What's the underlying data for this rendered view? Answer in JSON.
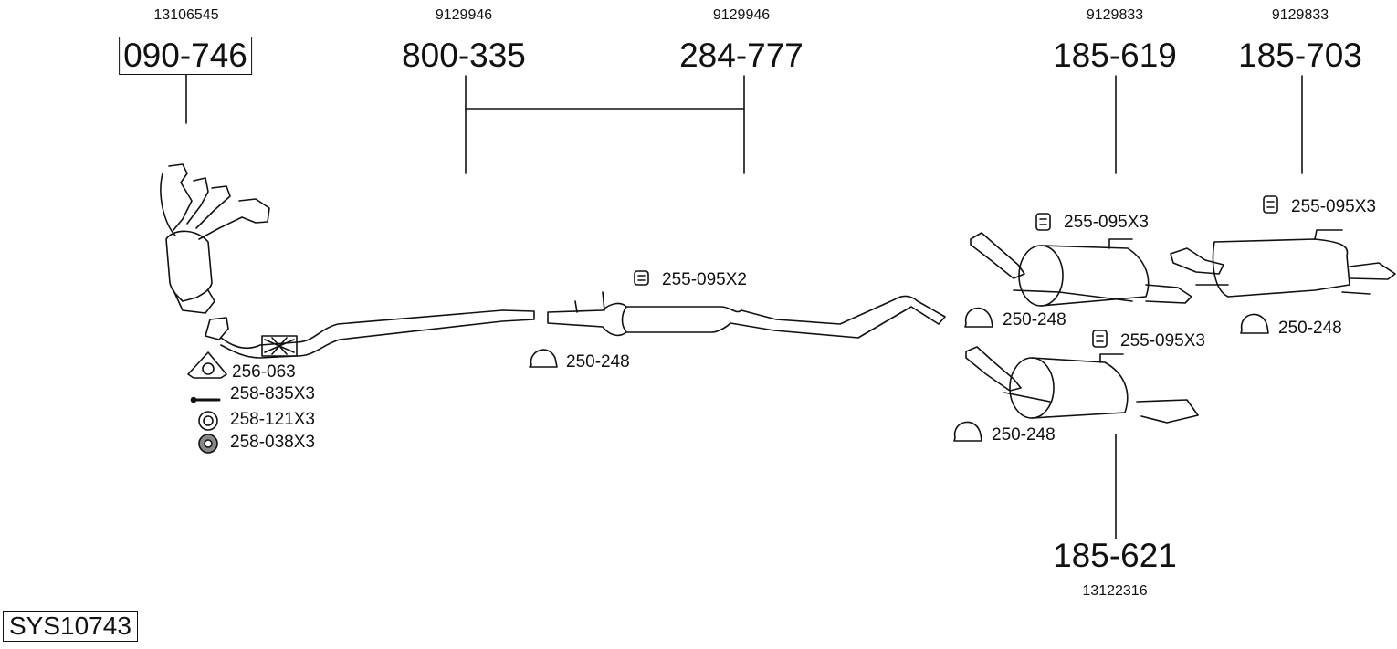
{
  "system_id": "SYS10743",
  "parts": [
    {
      "part_number": "090-746",
      "oe_number": "13106545",
      "name": "manifold-catalyst"
    },
    {
      "part_number": "800-335",
      "oe_number": "9129946",
      "name": "front-pipe"
    },
    {
      "part_number": "284-777",
      "oe_number": "9129946",
      "name": "middle-silencer"
    },
    {
      "part_number": "185-619",
      "oe_number": "9129833",
      "name": "rear-silencer-a"
    },
    {
      "part_number": "185-703",
      "oe_number": "9129833",
      "name": "rear-silencer-b"
    },
    {
      "part_number": "185-621",
      "oe_number": "13122316",
      "name": "rear-silencer-c"
    }
  ],
  "accessories": {
    "gasket": "256-063",
    "bolt": "258-835X3",
    "spring": "258-121X3",
    "nut": "258-038X3",
    "mount_middle": "255-095X2",
    "clamp_middle": "250-248",
    "mount_rear_a": "255-095X3",
    "clamp_rear_a": "250-248",
    "mount_rear_b": "255-095X3",
    "clamp_rear_b": "250-248",
    "mount_rear_c": "255-095X3",
    "clamp_rear_c": "250-248"
  }
}
